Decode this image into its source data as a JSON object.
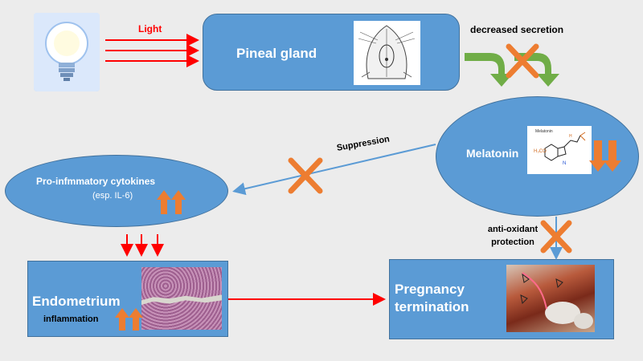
{
  "light_label": "Light",
  "pineal_label": "Pineal gland",
  "decreased_label": "decreased secretion",
  "melatonin_label": "Melatonin",
  "molecule_caption": "Melatonin",
  "molecule_h3co": "H₃CO",
  "suppression_label": "Suppression",
  "cytokines_label": "Pro-infmmatory cytokines",
  "cytokines_sub": "(esp. IL-6)",
  "antioxidant_line1": "anti-oxidant",
  "antioxidant_line2": "protection",
  "endometrium_label": "Endometrium",
  "inflammation_label": "inflammation",
  "pregnancy_line1": "Pregnancy",
  "pregnancy_line2": "termination",
  "colors": {
    "node_fill": "#5b9bd5",
    "node_border": "#41719c",
    "red_arrow": "#ff0000",
    "blue_arrow": "#5b9bd5",
    "orange_marker": "#ed7d31",
    "green_arrow": "#70ad47"
  },
  "icons": [
    "light-bulb-image",
    "rat-head-image",
    "melatonin-structure-image",
    "histology-image",
    "uterus-photo"
  ]
}
